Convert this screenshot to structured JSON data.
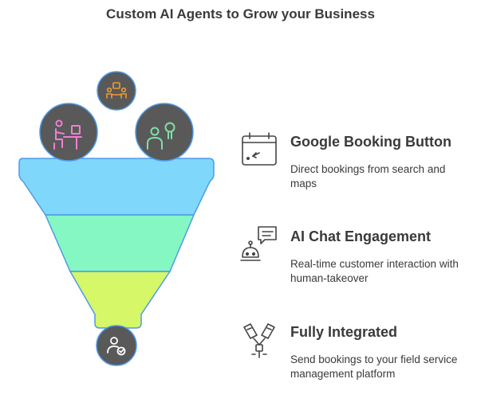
{
  "title": "Custom AI Agents to Grow your Business",
  "colors": {
    "funnel_top": "#7fd8fb",
    "funnel_middle": "#84f7c3",
    "funnel_bottom": "#d5f768",
    "circle_fill": "#595959",
    "circle_stroke": "#4f9ae8",
    "icon_orange": "#f09b2d",
    "icon_pink": "#f07fd6",
    "icon_green": "#7de2a6",
    "icon_white": "#ffffff"
  },
  "circle_icons": [
    "team-meeting-icon",
    "person-at-desk-icon",
    "user-idea-icon",
    "user-check-icon"
  ],
  "items": [
    {
      "icon": "calendar-icon",
      "heading": "Google Booking Button",
      "description": "Direct bookings from search and maps"
    },
    {
      "icon": "chatbot-icon",
      "heading": "AI Chat Engagement",
      "description": "Real-time customer interaction with human-takeover"
    },
    {
      "icon": "plug-connect-icon",
      "heading": "Fully Integrated",
      "description": "Send bookings to your field service management platform"
    }
  ]
}
